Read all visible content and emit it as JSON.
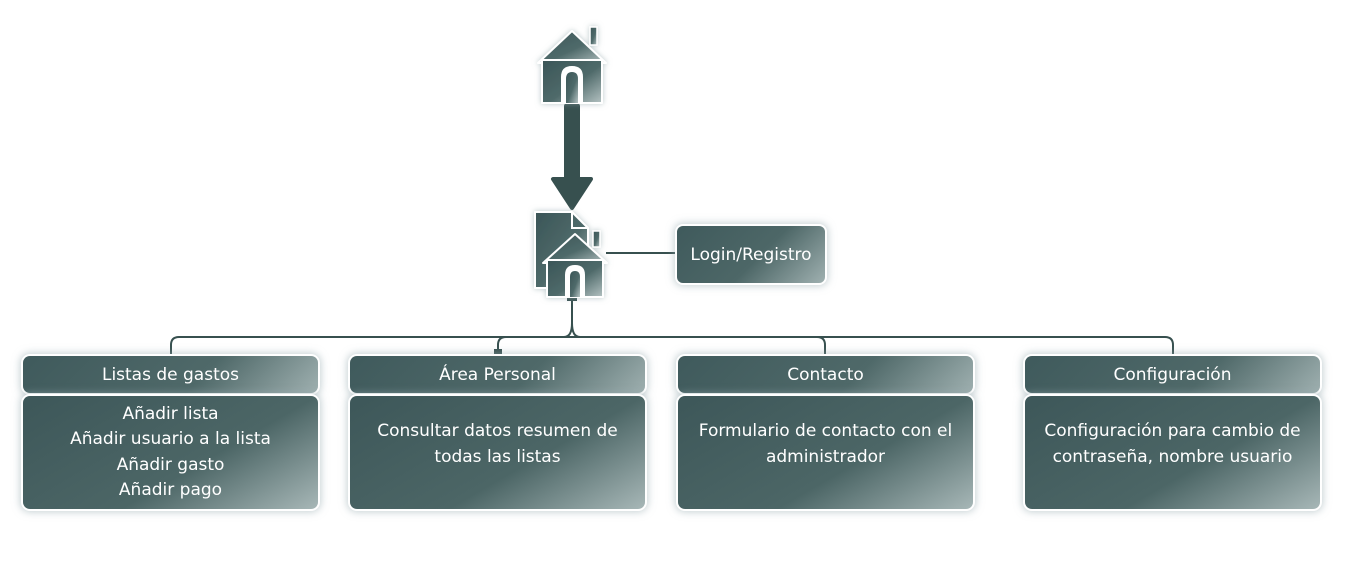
{
  "colors": {
    "box_dark": "#3f5a5c",
    "box_light": "#9fb0b0",
    "connector": "#37504f",
    "text": "#ffffff"
  },
  "icons": {
    "top": "house-icon",
    "middle": "document-house-icon",
    "arrow": "arrow-down-icon"
  },
  "login_label": "Login/Registro",
  "sections": [
    {
      "title": "Listas de gastos",
      "lines": [
        "Añadir lista",
        "Añadir usuario a la lista",
        "Añadir gasto",
        "Añadir pago"
      ]
    },
    {
      "title": "Área Personal",
      "lines": [
        "Consultar datos resumen de",
        "todas las listas"
      ]
    },
    {
      "title": "Contacto",
      "lines": [
        "Formulario de contacto con el",
        "administrador"
      ]
    },
    {
      "title": "Configuración",
      "lines": [
        "Configuración para cambio de",
        "contraseña, nombre usuario"
      ]
    }
  ]
}
